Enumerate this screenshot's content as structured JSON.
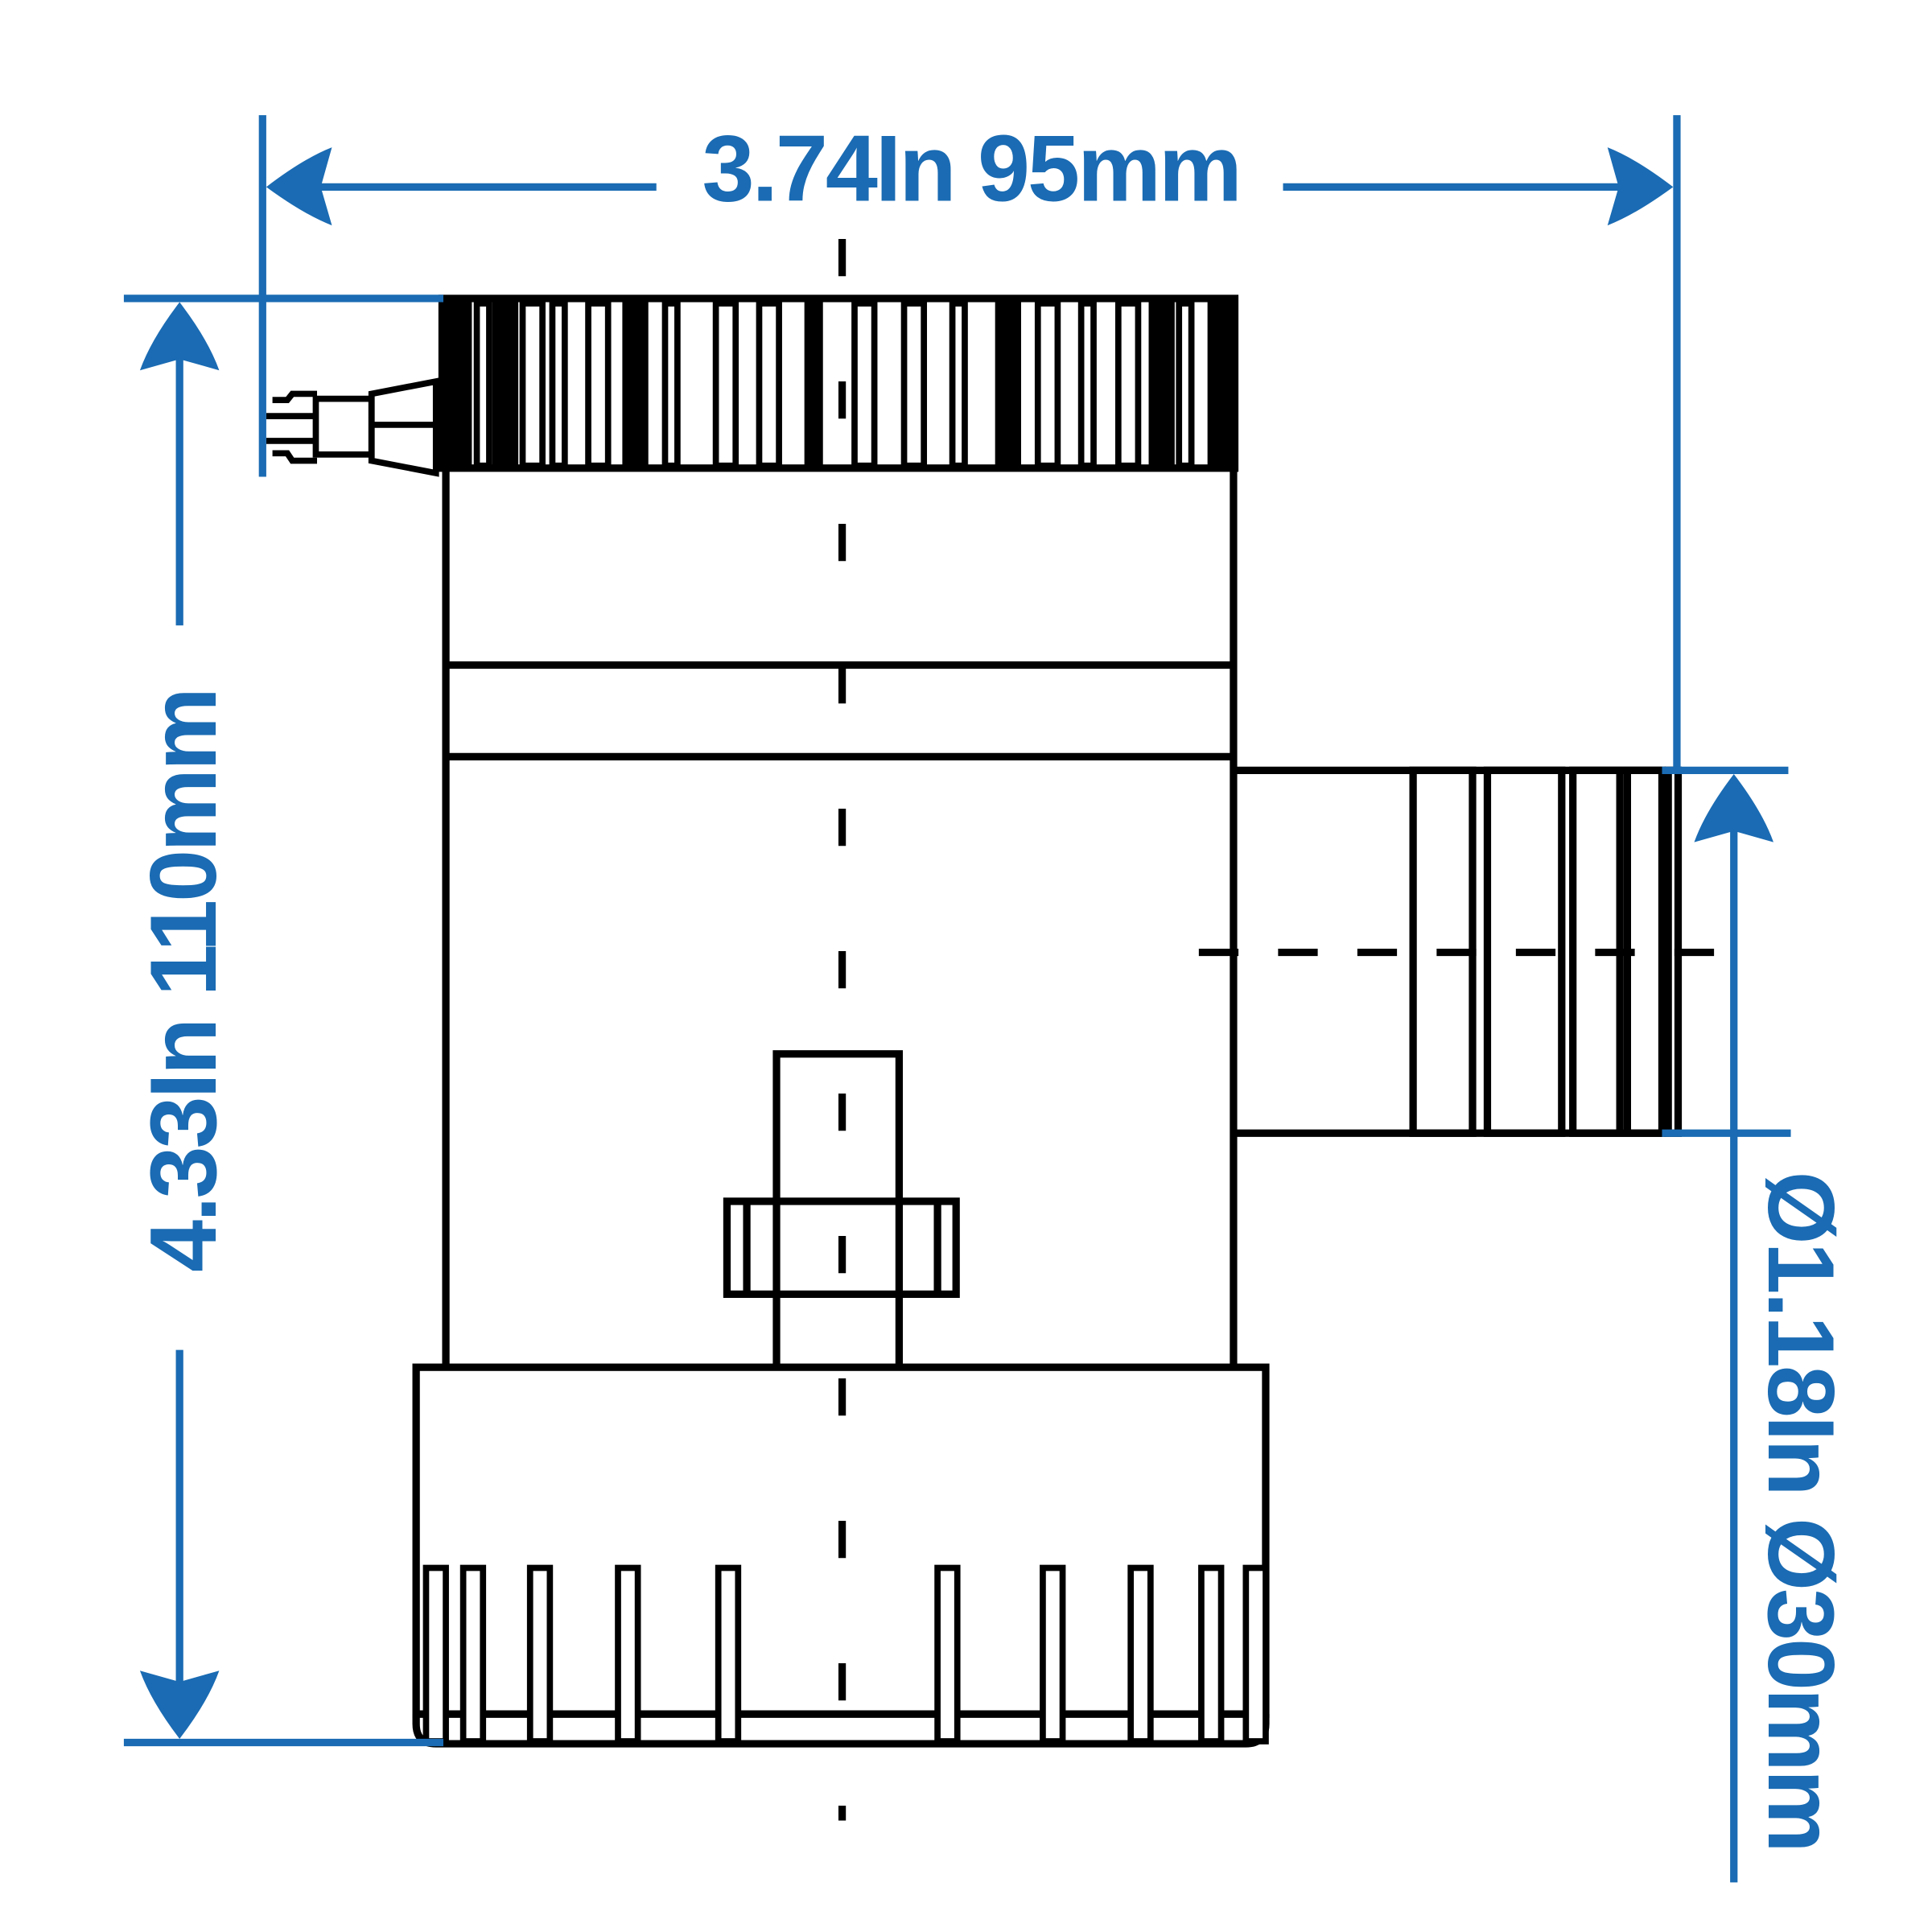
{
  "diagram": {
    "dimensions": {
      "width": "3.74In  95mm",
      "height": "4.33In  110mm",
      "outlet_diameter": "Ø1.18In  Ø30mm"
    },
    "colors": {
      "dimension": "#1a6bb3",
      "outline": "#000000",
      "background": "#ffffff"
    }
  }
}
